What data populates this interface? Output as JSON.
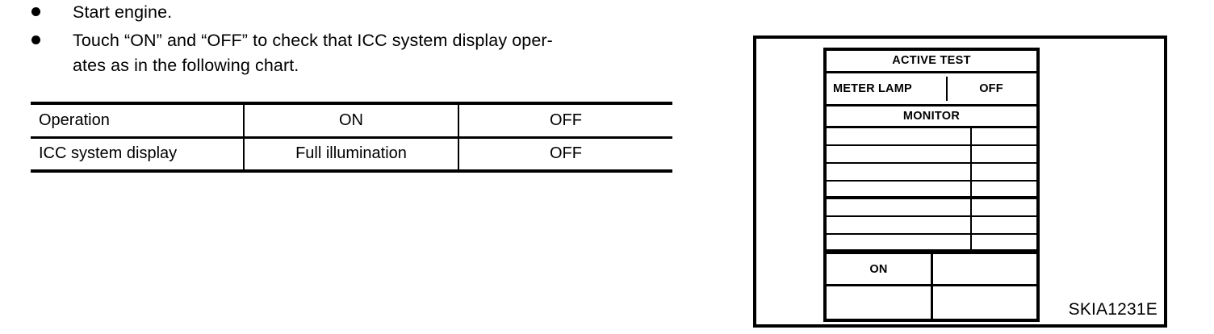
{
  "procedure": {
    "steps": [
      {
        "bullet": "●",
        "text": "Start engine."
      },
      {
        "bullet": "●",
        "text": "Touch “ON” and “OFF” to check that ICC system display oper-"
      },
      {
        "bullet": "",
        "text": "ates as in the following chart."
      }
    ]
  },
  "data_table": {
    "headers": [
      "Operation",
      "ON",
      "OFF"
    ],
    "rows": [
      {
        "label": "ICC system display",
        "on": "Full illumination",
        "off": "OFF"
      }
    ]
  },
  "figure": {
    "caption": "SKIA1231E",
    "consult_screen": {
      "title": "ACTIVE TEST",
      "item": {
        "name": "METER LAMP",
        "value": "OFF"
      },
      "monitor_title": "MONITOR",
      "monitor_rows": [
        {
          "left": "",
          "right": ""
        },
        {
          "left": "",
          "right": ""
        },
        {
          "left": "",
          "right": ""
        },
        {
          "left": "",
          "right": ""
        },
        {
          "left": "",
          "right": ""
        },
        {
          "left": "",
          "right": ""
        },
        {
          "left": "",
          "right": ""
        }
      ],
      "buttons": [
        {
          "primary": "ON",
          "secondary": ""
        },
        {
          "primary": "",
          "secondary": ""
        }
      ]
    }
  },
  "colors": {
    "ink": "#000000",
    "paper": "#ffffff"
  }
}
